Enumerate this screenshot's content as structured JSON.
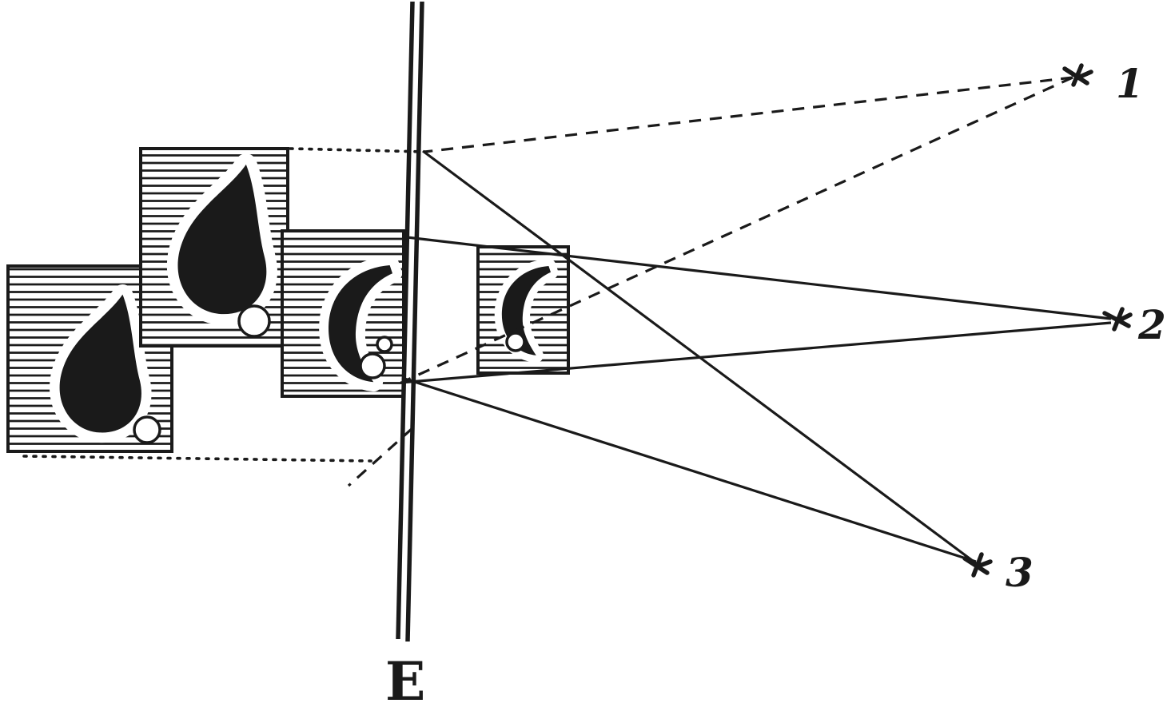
{
  "colors": {
    "ink": "#1a1a1a",
    "paper": "#ffffff"
  },
  "plane": {
    "label": "E"
  },
  "viewpoints": [
    {
      "id": "viewpoint-1",
      "label": "1"
    },
    {
      "id": "viewpoint-2",
      "label": "2"
    },
    {
      "id": "viewpoint-3",
      "label": "3"
    }
  ],
  "panels": [
    {
      "id": "panel-far-left",
      "figure": "teardrop-figure"
    },
    {
      "id": "panel-tall",
      "figure": "teardrop-figure"
    },
    {
      "id": "panel-middle",
      "figure": "hook-figure"
    },
    {
      "id": "panel-small-right",
      "figure": "hook-figure"
    }
  ]
}
